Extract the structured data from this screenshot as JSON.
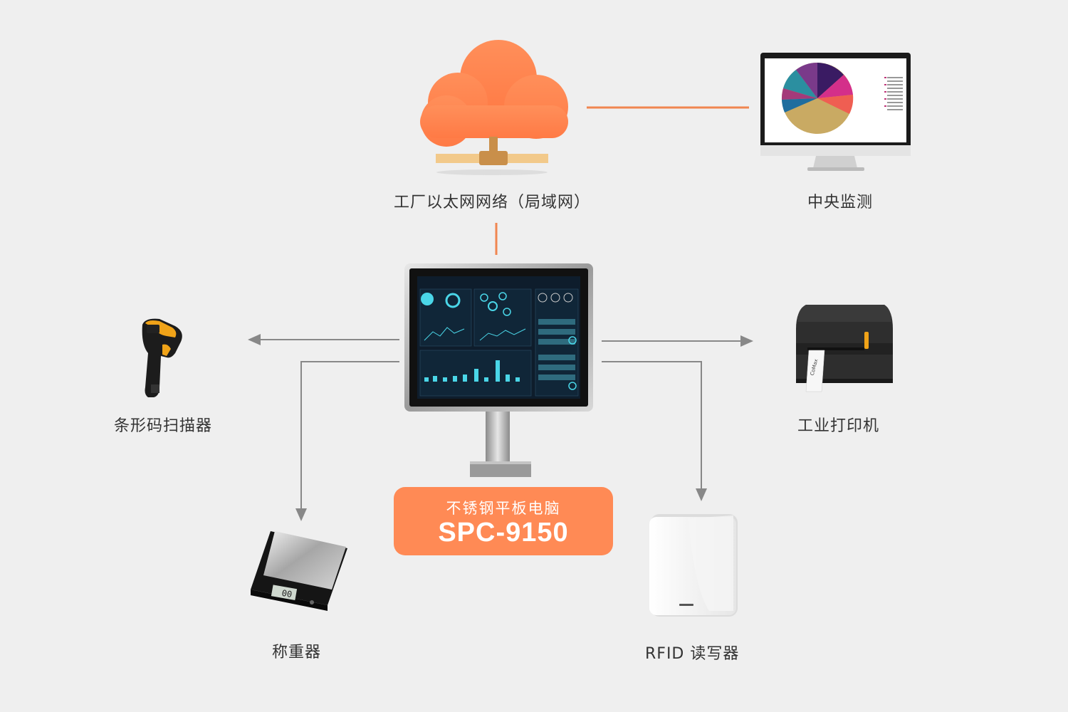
{
  "nodes": {
    "network": "工厂以太网网络（局域网）",
    "monitor": "中央监测",
    "scanner": "条形码扫描器",
    "printer": "工业打印机",
    "scale": "称重器",
    "rfid": "RFID 读写器"
  },
  "product": {
    "subtitle": "不锈钢平板电脑",
    "model": "SPC-9150"
  },
  "scale_display": "00",
  "printer_label": "CoMax",
  "colors": {
    "accent": "#ff8a55",
    "connector": "#f08650",
    "arrow": "#888888",
    "background": "#efefef"
  }
}
